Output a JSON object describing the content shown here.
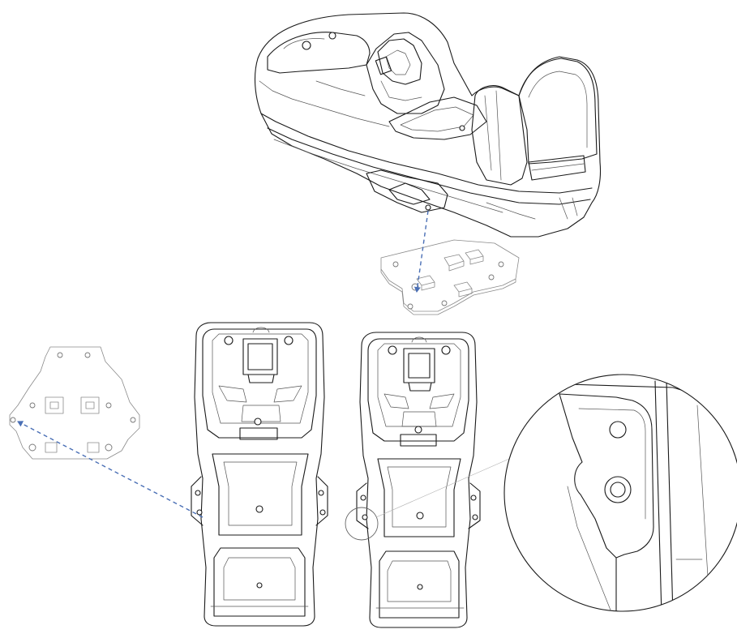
{
  "diagram": {
    "views": [
      {
        "id": "cradle-isometric",
        "kind": "perspective view of charging cradle"
      },
      {
        "id": "mounting-plate-isometric",
        "kind": "perspective view of mounting plate"
      },
      {
        "id": "mounting-plate-flat",
        "kind": "flat view of mounting plate"
      },
      {
        "id": "cradle-bottom-with-plate",
        "kind": "bottom view of cradle"
      },
      {
        "id": "cradle-bottom",
        "kind": "bottom view of cradle"
      },
      {
        "id": "detail-zoom",
        "kind": "magnified circular detail"
      }
    ],
    "colors": {
      "line": "#1a1a1a",
      "thin_line": "#555555",
      "plate_line": "#8a8a8a",
      "guide_arrow": "#4a6fb5",
      "background": "#ffffff"
    },
    "icons": [
      "dashed-guide-arrow",
      "callout-circle"
    ]
  }
}
